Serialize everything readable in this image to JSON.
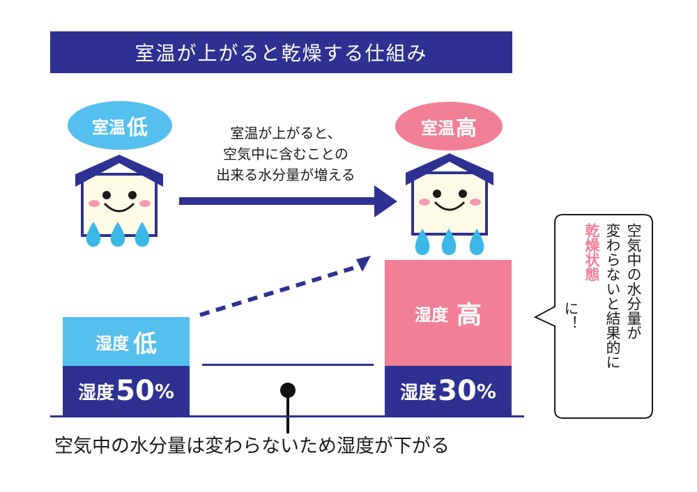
{
  "title": "室温が上がると乾燥する仕組み",
  "room_low": {
    "label": "室温",
    "emphasis": "低"
  },
  "room_high": {
    "label": "室温",
    "emphasis": "高"
  },
  "note_lines": [
    "室温が上がると、",
    "空気中に含むことの",
    "出来る水分量が増える"
  ],
  "humidity_low": {
    "label": "湿度",
    "emphasis": "低",
    "value": "50",
    "unit": "%",
    "value_label": "湿度"
  },
  "humidity_high": {
    "label": "湿度",
    "emphasis": "高",
    "value": "30",
    "unit": "%",
    "value_label": "湿度"
  },
  "caption": "空気中の水分量は変わらないため湿度が下がる",
  "bubble": {
    "col1": "空気中の水分量が",
    "col2": "変わらないと結果的に",
    "col3": "乾燥状態",
    "col4": "に！"
  },
  "colors": {
    "navy": "#2e3192",
    "blue": "#55c0ee",
    "pink": "#f17f95",
    "drop": "#3bb8e6",
    "cheek": "#f59ab0"
  },
  "icons": [
    "house-face-icon",
    "water-drop-icon",
    "arrow-right-icon",
    "dotted-arrow-icon",
    "speech-bubble-icon"
  ]
}
